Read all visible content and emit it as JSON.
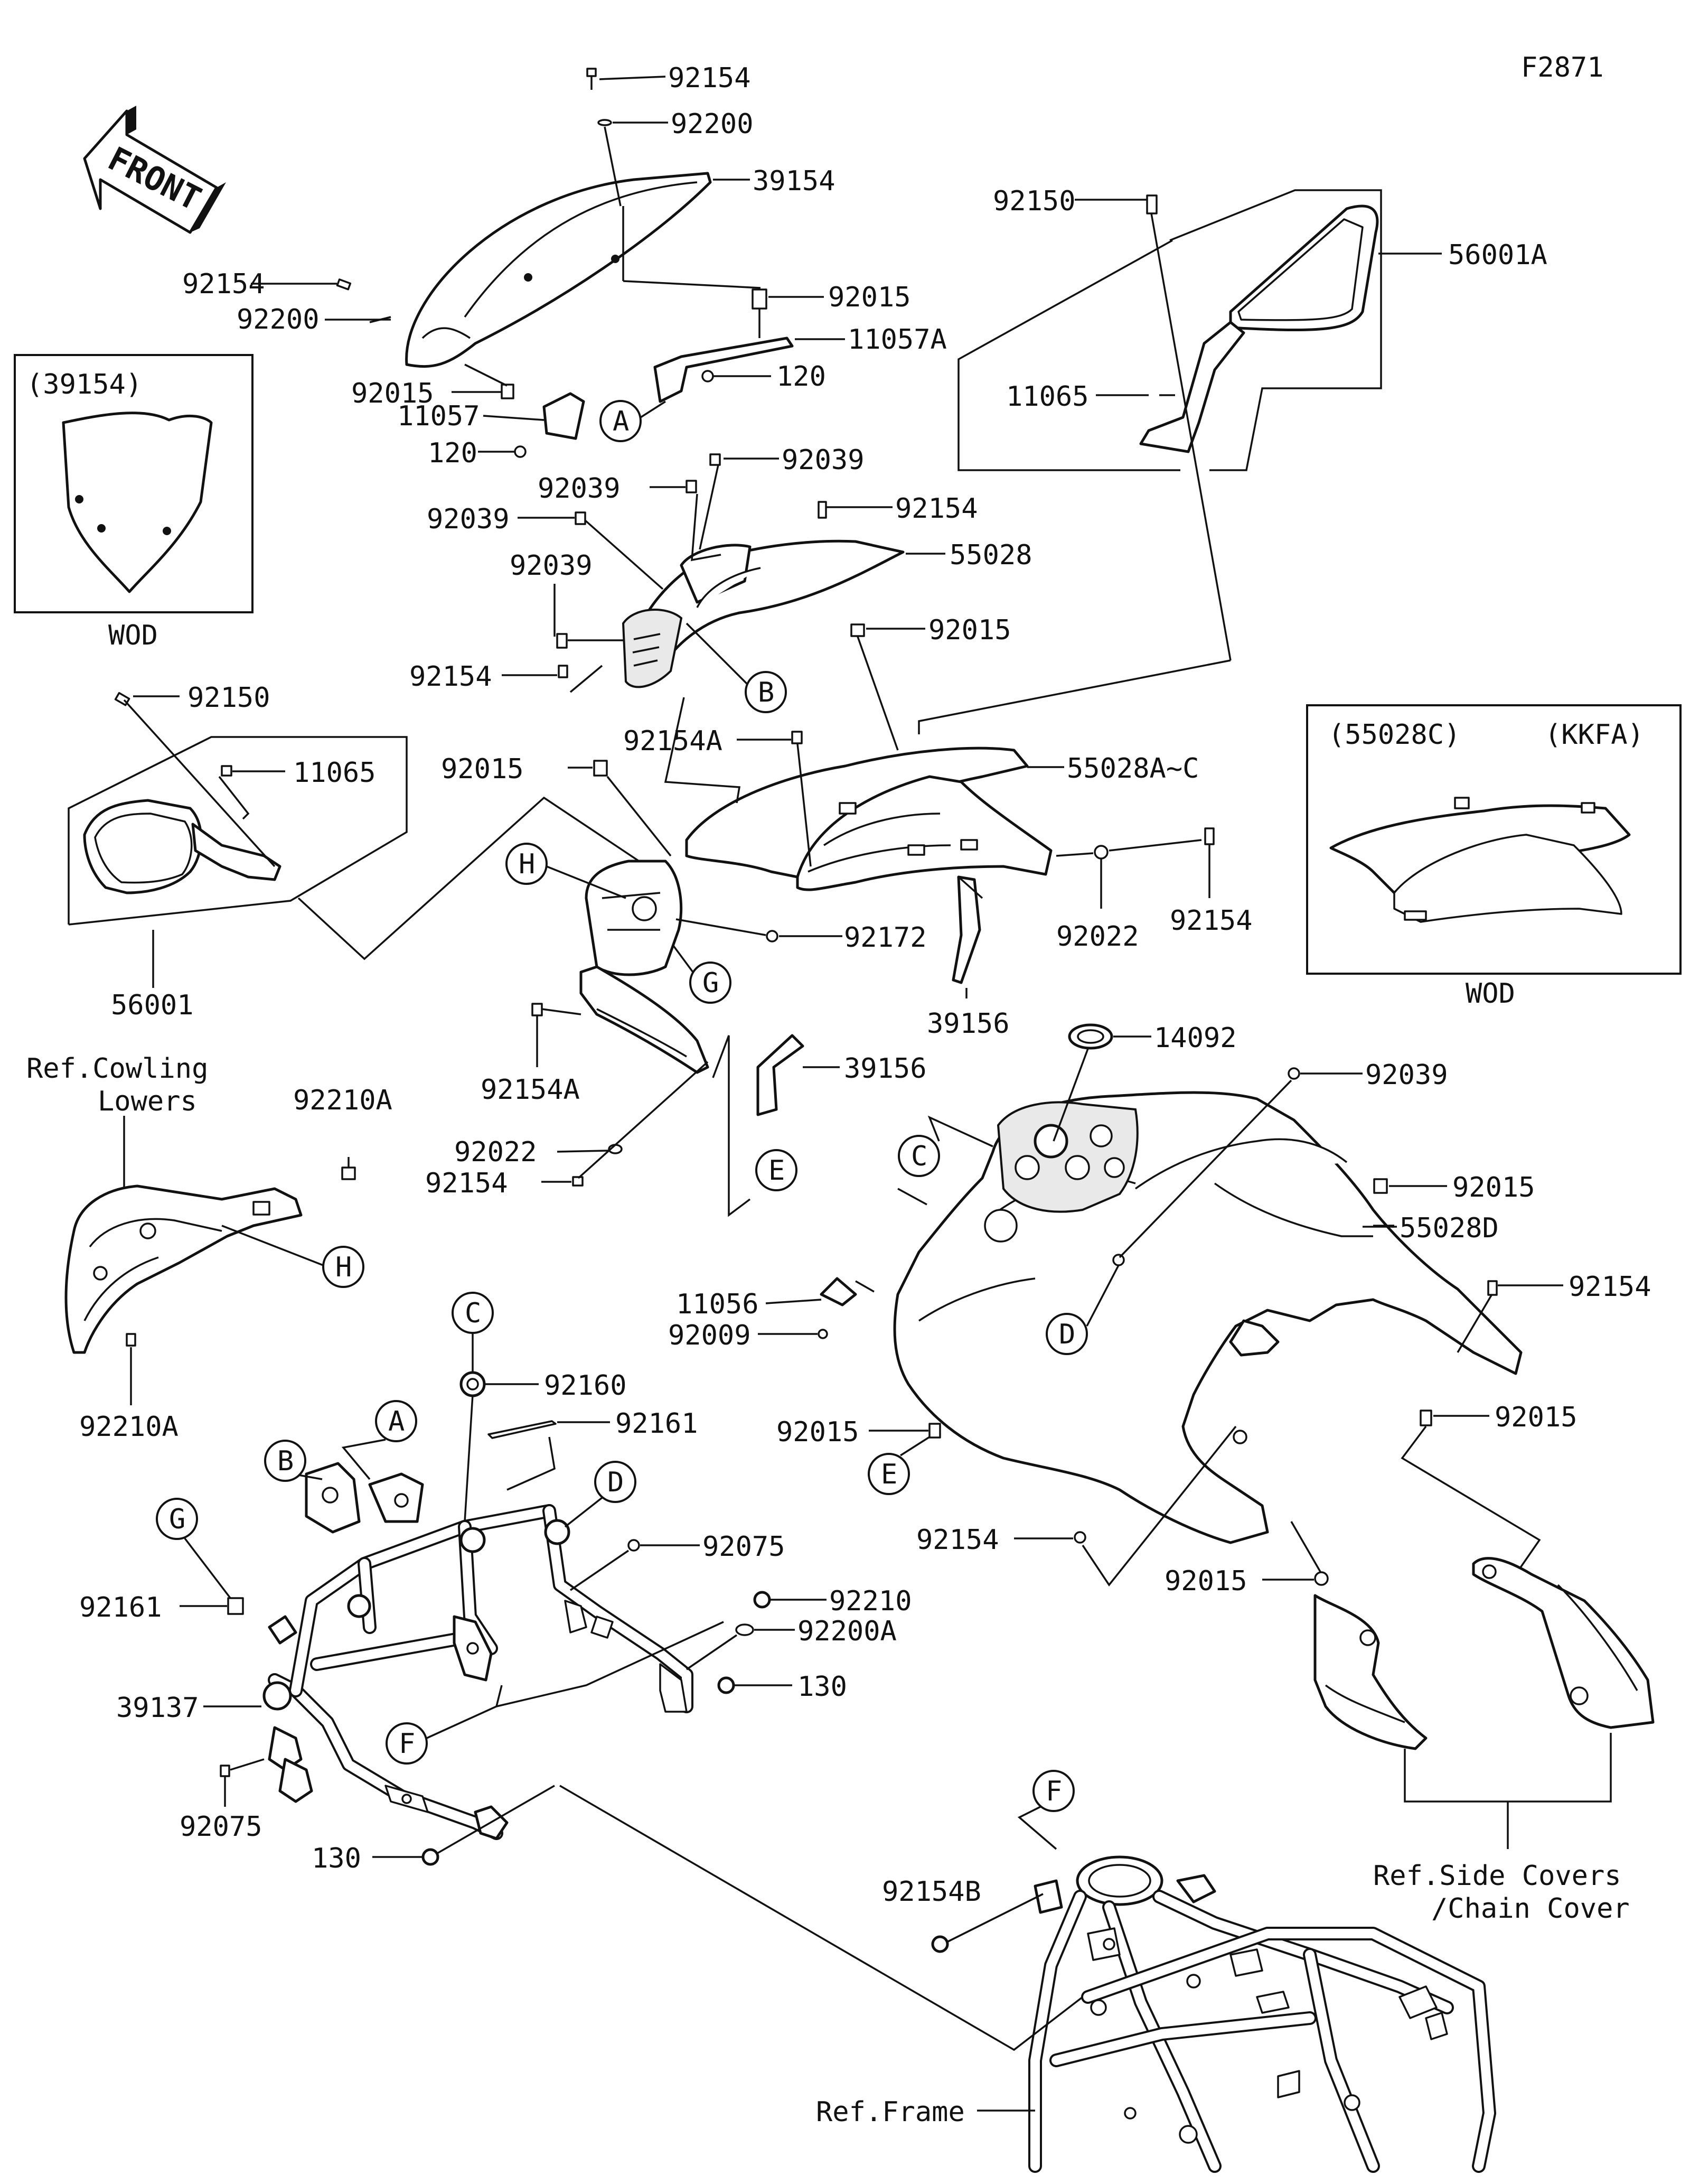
{
  "figure_code": "F2871",
  "front_label": "FRONT",
  "part_numbers": {
    "p92154_top": "92154",
    "p92200_top": "92200",
    "p39154": "39154",
    "p92154_left": "92154",
    "p92200_left": "92200",
    "p92015_a": "92015",
    "p11057a": "11057A",
    "p120_a": "120",
    "p92015_b": "92015",
    "p11057": "11057",
    "p120_b": "120",
    "p92150_top": "92150",
    "p56001a": "56001A",
    "p11065_right": "11065",
    "p92039_a": "92039",
    "p92039_b": "92039",
    "p92039_c": "92039",
    "p92039_d": "92039",
    "p92154_mid": "92154",
    "p55028": "55028",
    "p92015_mid": "92015",
    "p92154_cl": "92154",
    "p92150_left": "92150",
    "p11065_left": "11065",
    "p56001": "56001",
    "p92154a_top": "92154A",
    "p92015_c": "92015",
    "p55028ac": "55028A~C",
    "p92022_r": "92022",
    "p92154_r": "92154",
    "p92172": "92172",
    "p39156_r": "39156",
    "p39156_l": "39156",
    "p92154a_bot": "92154A",
    "p92022_l": "92022",
    "p92154_low": "92154",
    "p92210a_top": "92210A",
    "p92210a_bot": "92210A",
    "p14092": "14092",
    "p92039_e": "92039",
    "p92015_d": "92015",
    "p55028d": "55028D",
    "p92154_e": "92154",
    "p11056": "11056",
    "p92009": "92009",
    "p92015_e": "92015",
    "p92015_f": "92015",
    "p92154_f": "92154",
    "p92015_g": "92015",
    "p92160": "92160",
    "p92161_top": "92161",
    "p92075_r": "92075",
    "p92210": "92210",
    "p92200a": "92200A",
    "p130_r": "130",
    "p92161_left": "92161",
    "p39137": "39137",
    "p92075_l": "92075",
    "p130_l": "130",
    "p92154b": "92154B"
  },
  "inset_39154": {
    "code": "(39154)",
    "variant": "WOD"
  },
  "inset_55028c": {
    "code": "(55028C)",
    "market": "(KKFA)",
    "variant": "WOD"
  },
  "references": {
    "cowling_lowers_1": "Ref.Cowling",
    "cowling_lowers_2": "Lowers",
    "side_covers_1": "Ref.Side Covers",
    "side_covers_2": "/Chain Cover",
    "frame": "Ref.Frame"
  },
  "callouts": {
    "a1": "A",
    "a2": "A",
    "b1": "B",
    "b2": "B",
    "c1": "C",
    "c2": "C",
    "d1": "D",
    "d2": "D",
    "e1": "E",
    "e2": "E",
    "f1": "F",
    "f2": "F",
    "g1": "G",
    "g2": "G",
    "h1": "H",
    "h2": "H"
  }
}
